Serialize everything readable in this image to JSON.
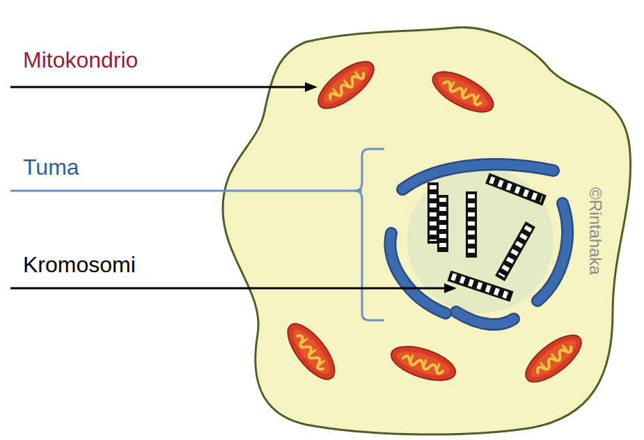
{
  "diagram": {
    "labels": [
      "Mitokondrio",
      "Tuma",
      "Kromosomi",
      "©Rintahaka"
    ]
  }
}
